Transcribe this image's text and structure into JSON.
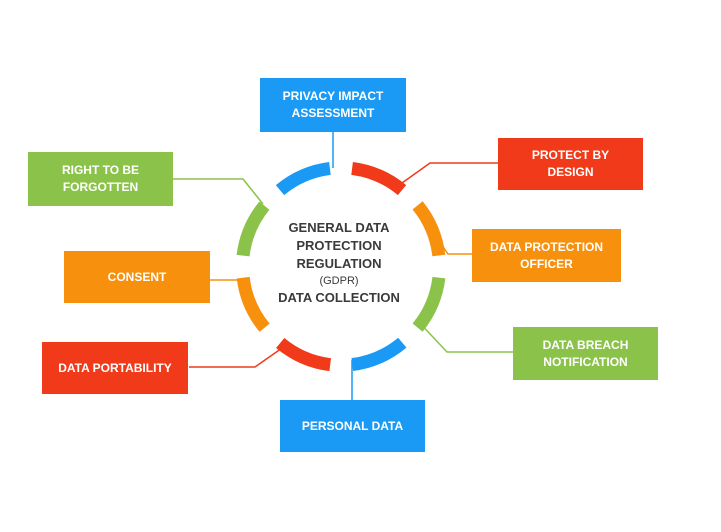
{
  "center": {
    "title": "GENERAL DATA\nPROTECTION\nREGULATION",
    "abbr": "(GDPR)",
    "subtitle": "DATA COLLECTION"
  },
  "nodes": {
    "privacy_impact": "PRIVACY IMPACT\nASSESSMENT",
    "protect_by_design": "PROTECT BY\nDESIGN",
    "dpo": "DATA PROTECTION\nOFFICER",
    "breach": "DATA BREACH\nNOTIFICATION",
    "personal_data": "PERSONAL DATA",
    "portability": "DATA PORTABILITY",
    "consent": "CONSENT",
    "forgotten": "RIGHT TO BE\nFORGOTTEN"
  },
  "colors": {
    "blue": "#1a9af5",
    "red": "#f03a1a",
    "orange": "#f7900d",
    "green": "#8bc34a"
  }
}
